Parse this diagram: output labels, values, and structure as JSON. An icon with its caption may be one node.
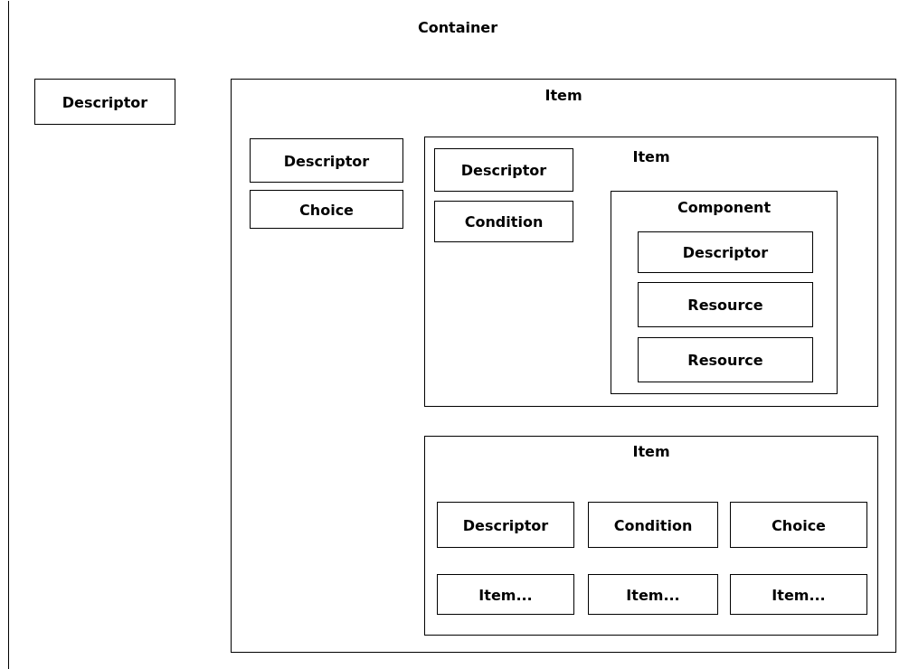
{
  "diagram": {
    "nodes": [
      {
        "text": [
          "Container"
        ]
      },
      {
        "text": [
          "Descriptor"
        ],
        "in": 0
      },
      {
        "text": [
          "Item"
        ],
        "in": 0
      },
      {
        "text": [
          "Descriptor"
        ],
        "in": 2
      },
      {
        "text": [
          "Choice"
        ],
        "in": 2
      },
      {
        "text": [
          "Item"
        ],
        "in": 2
      },
      {
        "text": [
          "Descriptor"
        ],
        "in": 5
      },
      {
        "text": [
          "Condition"
        ],
        "in": 5
      },
      {
        "text": [
          "Component"
        ],
        "in": 5
      },
      {
        "text": [
          "Descriptor"
        ],
        "in": 8
      },
      {
        "text": [
          "Resource"
        ],
        "in": 8
      },
      {
        "text": [
          "Resource"
        ],
        "in": 8
      },
      {
        "text": [
          "Item"
        ],
        "in": 2
      },
      {
        "text": [
          "Descriptor"
        ],
        "in": 12
      },
      {
        "text": [
          "Condition"
        ],
        "in": 12
      },
      {
        "text": [
          "Choice"
        ],
        "in": 12
      },
      {
        "text": [
          "Item..."
        ],
        "in": 12
      },
      {
        "text": [
          "Item..."
        ],
        "in": 12
      },
      {
        "text": [
          "Item..."
        ],
        "in": 12
      }
    ]
  }
}
